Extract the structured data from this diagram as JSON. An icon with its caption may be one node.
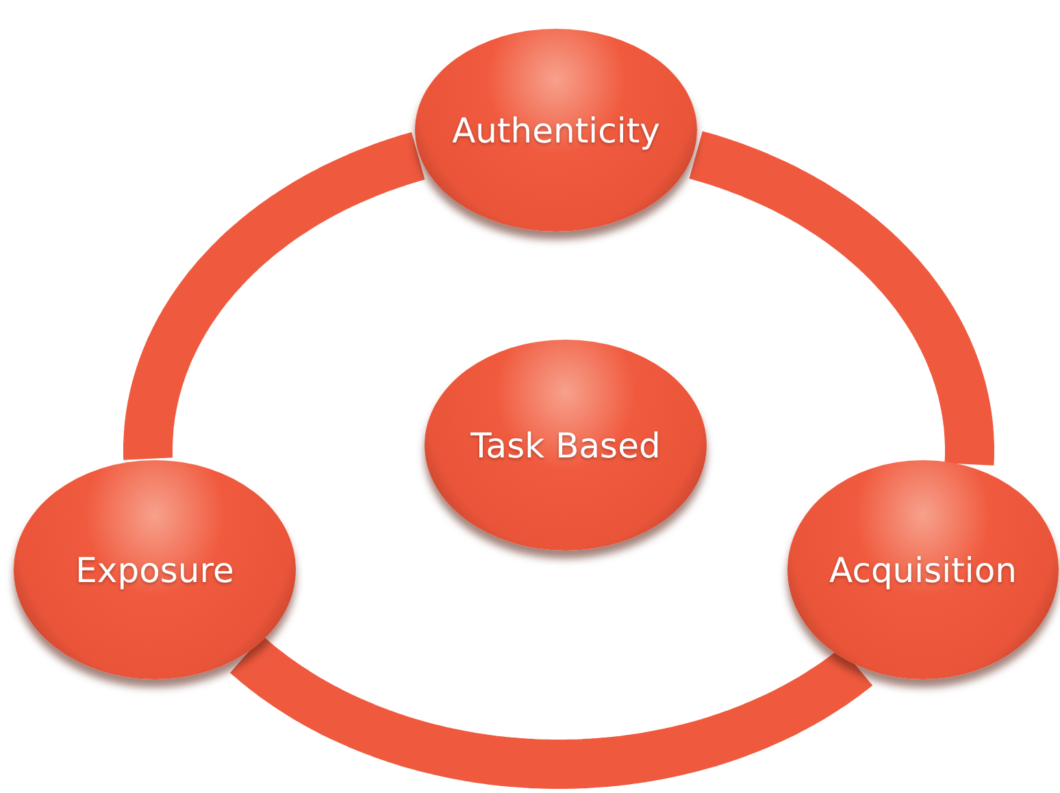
{
  "diagram": {
    "nodes": [
      {
        "text": [
          "Authenticity"
        ]
      },
      {
        "text": [
          "Task Based"
        ]
      },
      {
        "text": [
          "Exposure"
        ]
      },
      {
        "text": [
          "Acquisition"
        ]
      }
    ],
    "edges": [
      {
        "from": 0,
        "to": 3,
        "arrow": "none"
      },
      {
        "from": 3,
        "to": 2,
        "arrow": "none"
      },
      {
        "from": 2,
        "to": 0,
        "arrow": "none"
      }
    ]
  }
}
